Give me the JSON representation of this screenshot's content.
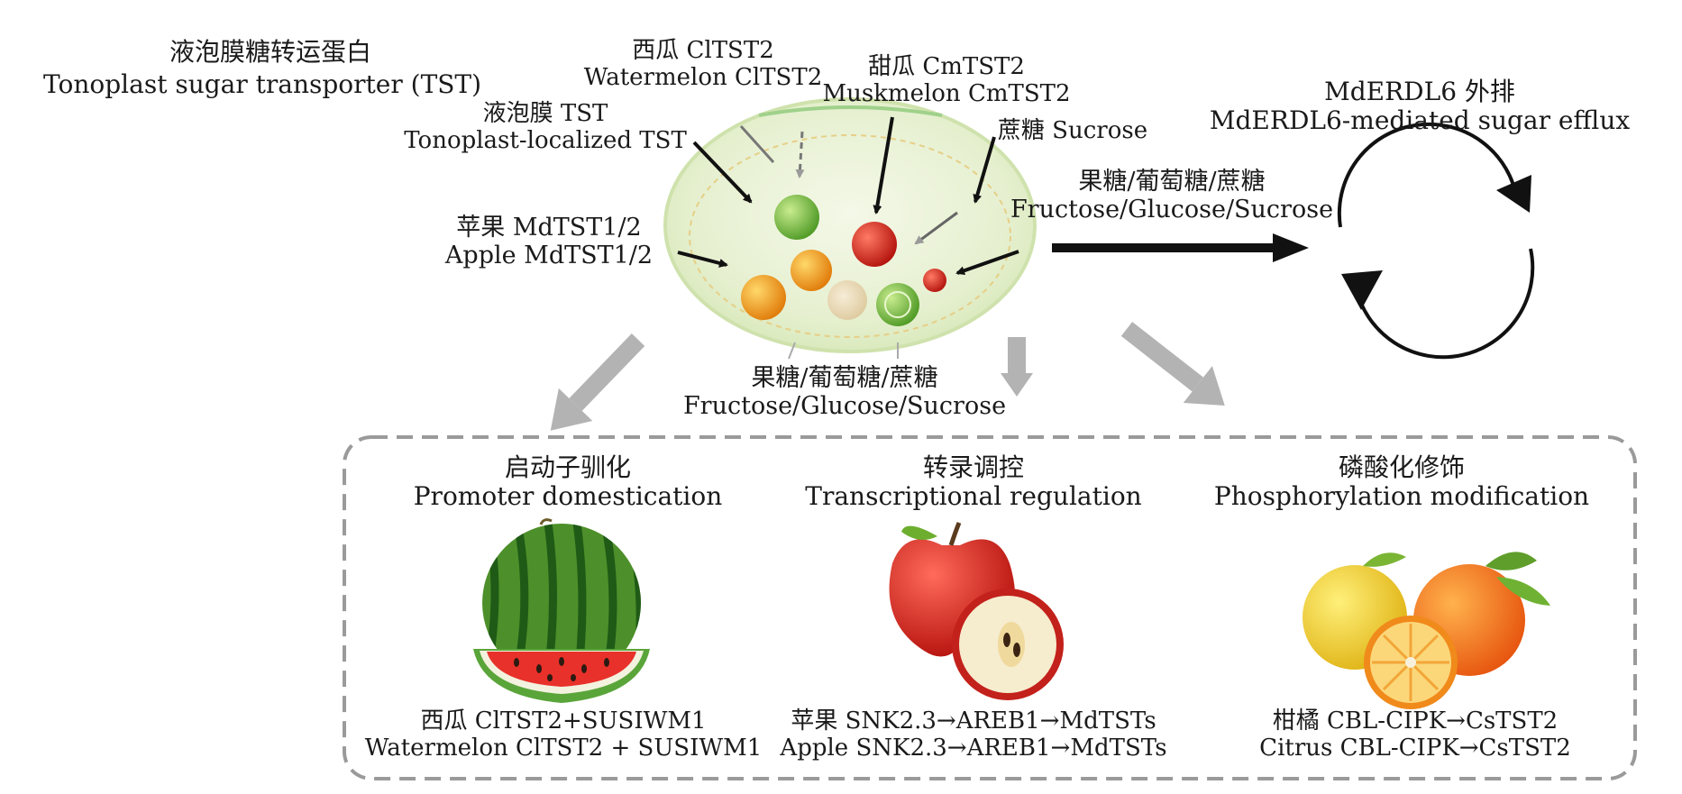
{
  "title": {
    "zh": "液泡膜糖转运蛋白",
    "en": "Tonoplast sugar transporter (TST)"
  },
  "vacuole_labels": {
    "watermelon": {
      "zh": "西瓜 ClTST2",
      "en": "Watermelon ClTST2"
    },
    "muskmelon": {
      "zh": "甜瓜 CmTST2",
      "en": "Muskmelon CmTST2"
    },
    "tonoplast": {
      "zh": "液泡膜 TST",
      "en": "Tonoplast-localized TST"
    },
    "sucrose": "蔗糖 Sucrose",
    "apple": {
      "zh": "苹果 MdTST1/2",
      "en": "Apple MdTST1/2"
    },
    "sugars_bottom": {
      "zh": "果糖/葡萄糖/蔗糖",
      "en": "Fructose/Glucose/Sucrose"
    }
  },
  "efflux": {
    "sugars": {
      "zh": "果糖/葡萄糖/蔗糖",
      "en": "Fructose/Glucose/Sucrose"
    },
    "title": {
      "zh": "MdERDL6 外排",
      "en": "MdERDL6-mediated sugar efflux"
    }
  },
  "mechanisms": [
    {
      "title_zh": "启动子驯化",
      "title_en": "Promoter domestication",
      "fruit_icon": "watermelon-icon",
      "caption_zh": "西瓜 ClTST2+SUSIWM1",
      "caption_en": "Watermelon ClTST2 + SUSIWM1"
    },
    {
      "title_zh": "转录调控",
      "title_en": "Transcriptional regulation",
      "fruit_icon": "apple-icon",
      "caption_zh": "苹果 SNK2.3→AREB1→MdTSTs",
      "caption_en": "Apple SNK2.3→AREB1→MdTSTs"
    },
    {
      "title_zh": "磷酸化修饰",
      "title_en": "Phosphorylation modification",
      "fruit_icon": "citrus-icon",
      "caption_zh": "柑橘 CBL-CIPK→CsTST2",
      "caption_en": "Citrus CBL-CIPK→CsTST2"
    }
  ],
  "colors": {
    "vacuole_fill": "#eaf3d6",
    "vacuole_edge": "#c9dfa4",
    "gray_arrow": "#b3b3b3",
    "dashed_border": "#9a9a9a",
    "sugar_green": "#7cc242",
    "sugar_red": "#d9261c",
    "sugar_orange": "#f2a31b",
    "sugar_beige": "#ead9b5"
  }
}
